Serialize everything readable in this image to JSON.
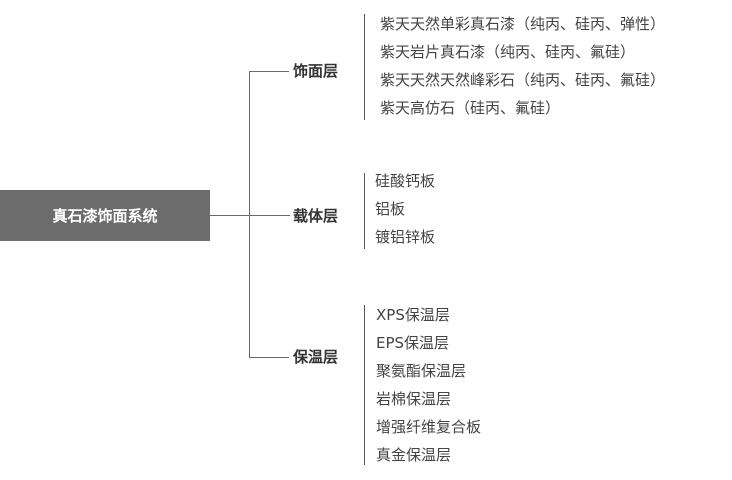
{
  "root": {
    "label": "真石漆饰面系统"
  },
  "branches": [
    {
      "label": "饰面层",
      "items": [
        "紫天天然单彩真石漆（纯丙、硅丙、弹性）",
        "紫天岩片真石漆（纯丙、硅丙、氟硅）",
        "紫天天然天然峰彩石（纯丙、硅丙、氟硅）",
        "紫天高仿石（硅丙、氟硅）"
      ]
    },
    {
      "label": "载体层",
      "items": [
        "硅酸钙板",
        "铝板",
        "镀铝锌板"
      ]
    },
    {
      "label": "保温层",
      "items": [
        "XPS保温层",
        "EPS保温层",
        "聚氨酯保温层",
        "岩棉保温层",
        "增强纤维复合板",
        "真金保温层"
      ]
    }
  ]
}
